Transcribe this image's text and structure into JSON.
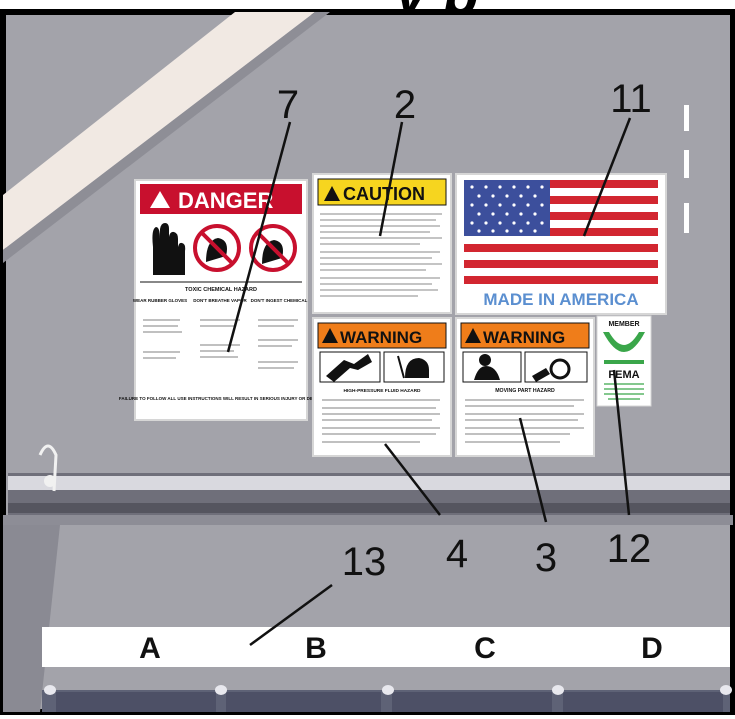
{
  "header_fragment": "y  p",
  "decals": {
    "danger": {
      "header": "DANGER",
      "hazard_title": "TOXIC CHEMICAL HAZARD",
      "columns": [
        "WEAR RUBBER GLOVES",
        "DON'T BREATHE VAPOR",
        "DON'T INGEST CHEMICAL"
      ],
      "footer": "FAILURE TO FOLLOW ALL USE INSTRUCTIONS WILL RESULT IN SERIOUS INJURY OR DEATH."
    },
    "caution": {
      "header": "CAUTION"
    },
    "warning_left": {
      "header": "WARNING",
      "hazard_title": "HIGH-PRESSURE FLUID HAZARD"
    },
    "warning_right": {
      "header": "WARNING",
      "hazard_title": "MOVING PART HAZARD"
    },
    "flag": {
      "text": "MADE IN AMERICA"
    },
    "fema": {
      "top": "MEMBER",
      "bottom": "FEMA"
    }
  },
  "callouts": [
    "7",
    "2",
    "11",
    "4",
    "3",
    "12",
    "13"
  ],
  "column_labels": [
    "A",
    "B",
    "C",
    "D"
  ],
  "colors": {
    "panel": "#a3a3aa",
    "beam": "#f1e9e3",
    "danger_red": "#c8102e",
    "caution_yellow": "#f6d51f",
    "warning_orange": "#ef7d1a",
    "flag_blue": "#3c4f9c",
    "flag_red": "#d22630",
    "fema_green": "#3aa64a"
  }
}
